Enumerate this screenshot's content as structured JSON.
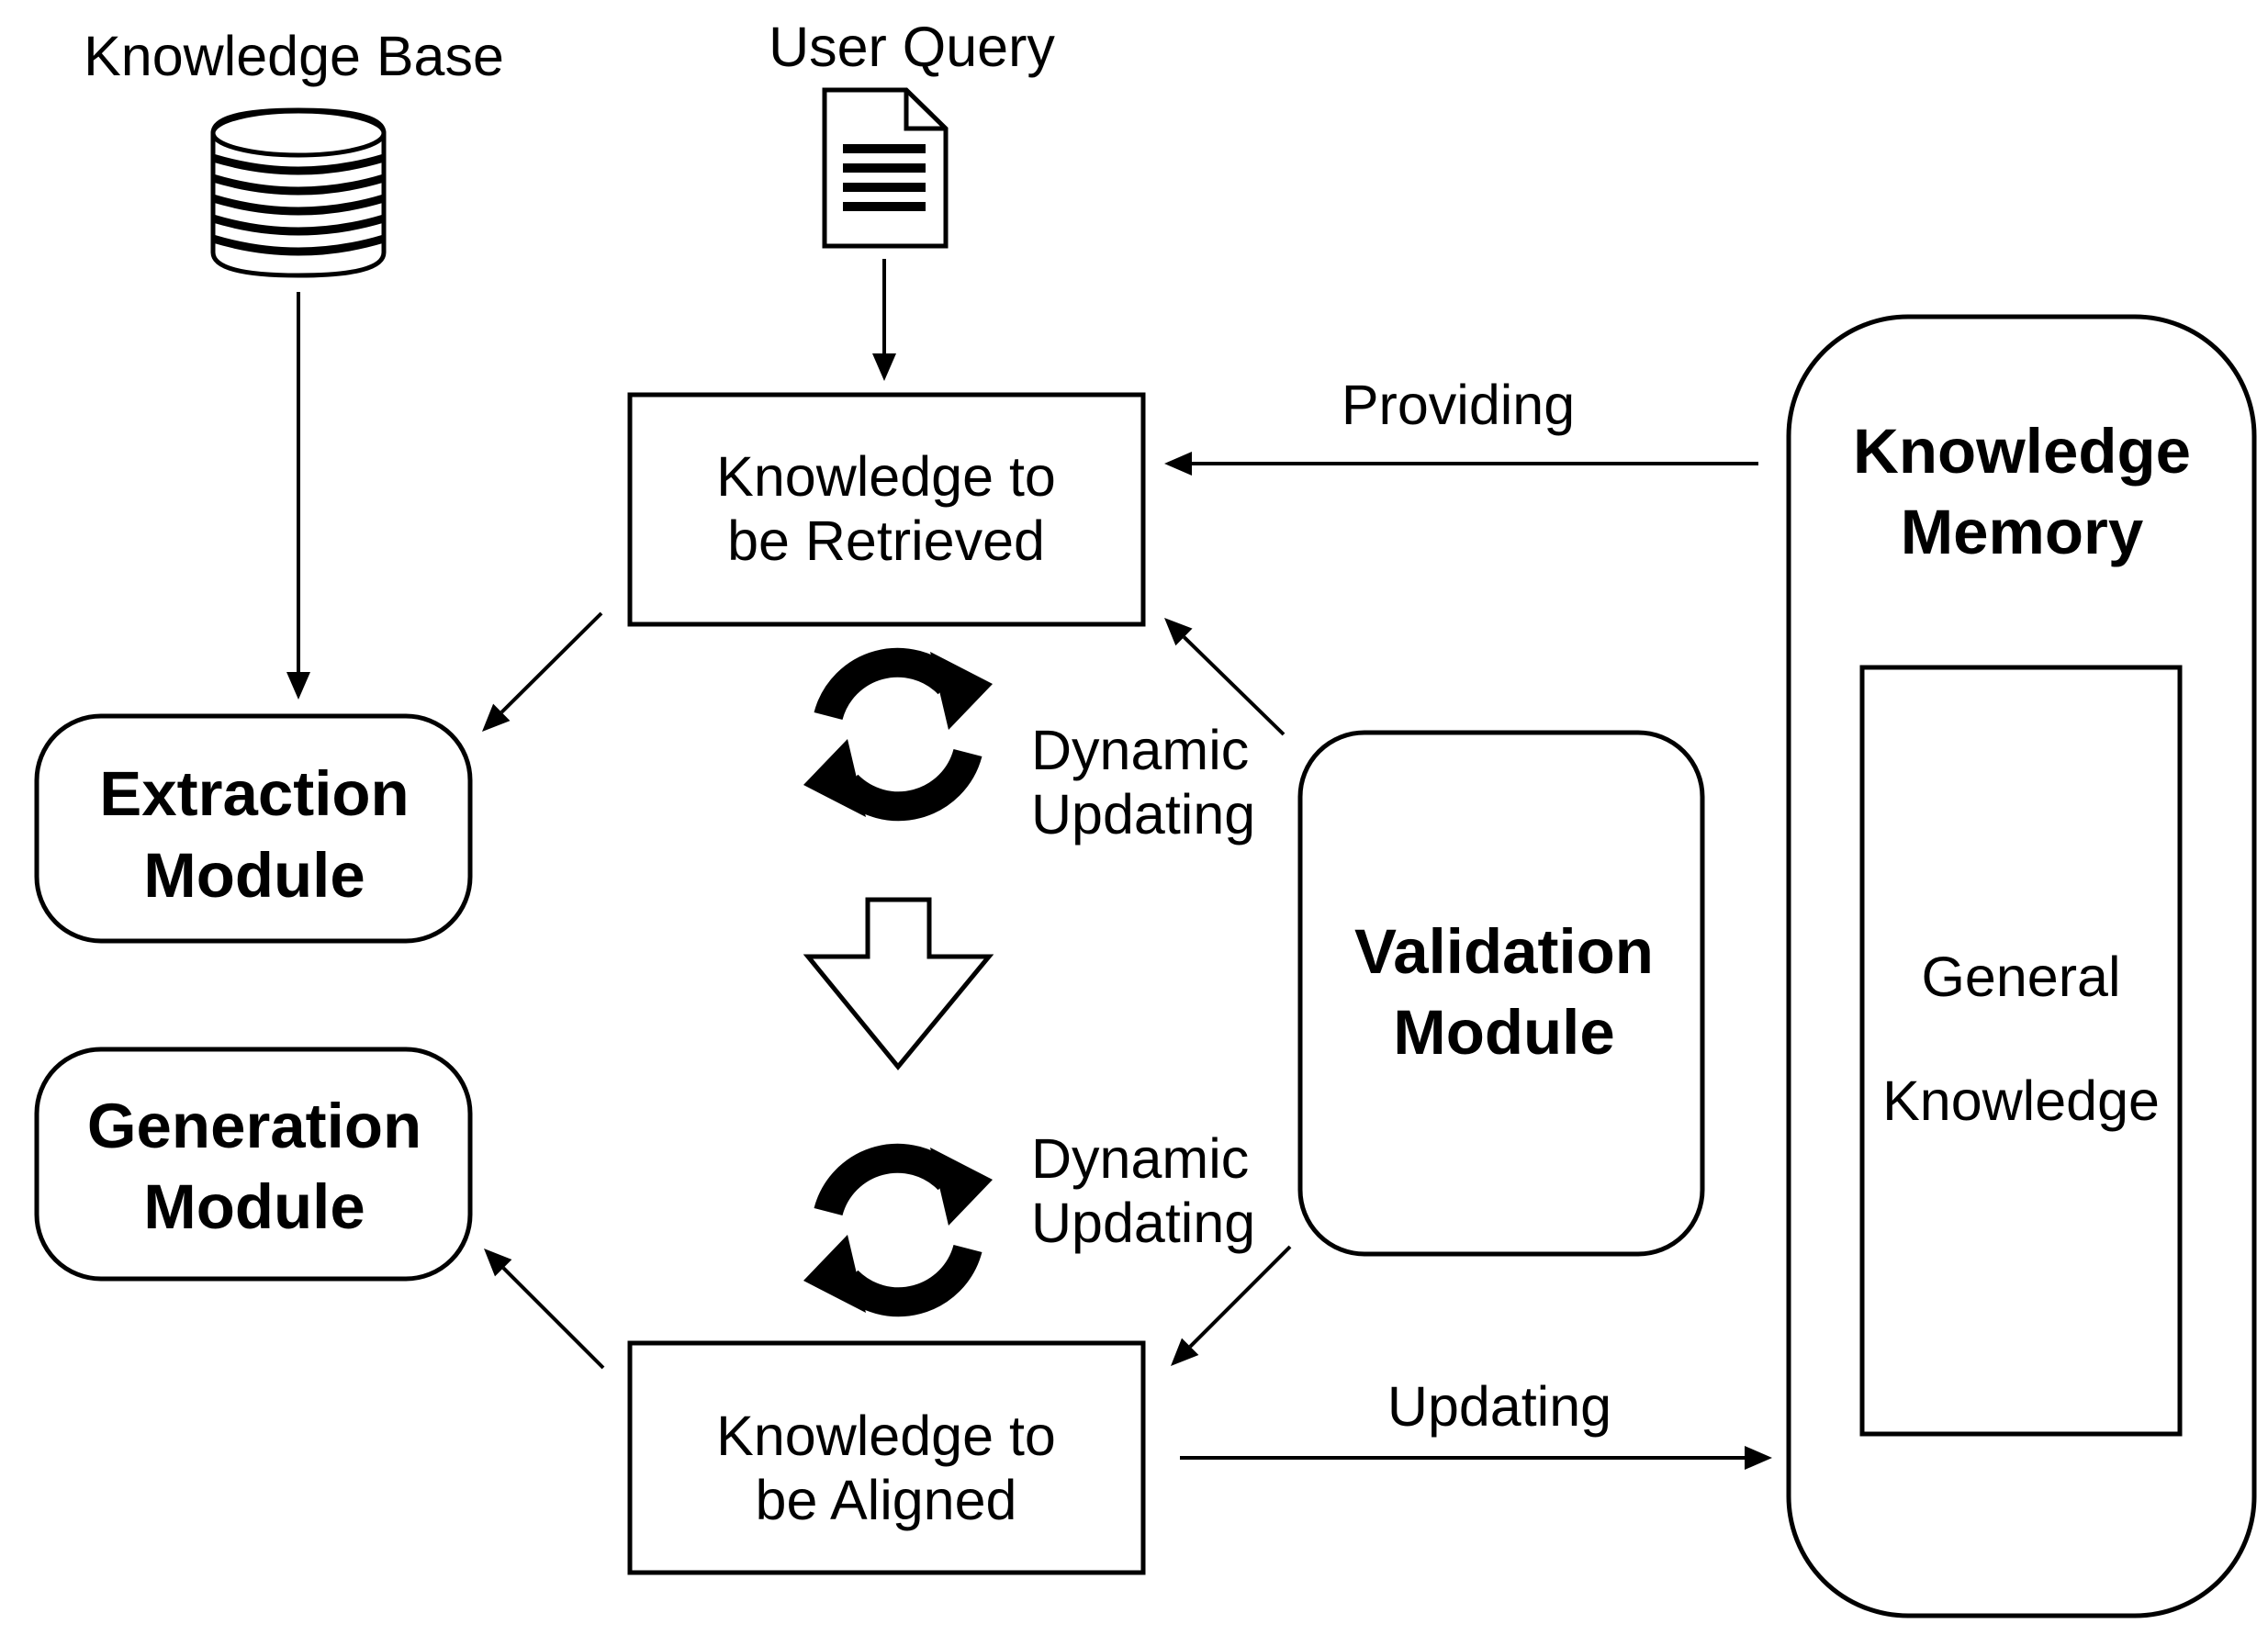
{
  "sources": {
    "knowledge_base": "Knowledge Base",
    "user_query": "User Query"
  },
  "boxes": {
    "retrieved": [
      "Knowledge to",
      "be Retrieved"
    ],
    "aligned": [
      "Knowledge to",
      "be Aligned"
    ]
  },
  "modules": {
    "extraction": [
      "Extraction",
      "Module"
    ],
    "generation": [
      "Generation",
      "Module"
    ],
    "validation": [
      "Validation",
      "Module"
    ]
  },
  "memory": {
    "title": [
      "Knowledge",
      "Memory"
    ],
    "inner": [
      "General",
      "Knowledge"
    ]
  },
  "edge_labels": {
    "providing": "Providing",
    "updating": "Updating",
    "dynamic_updating_top": [
      "Dynamic",
      "Updating"
    ],
    "dynamic_updating_bottom": [
      "Dynamic",
      "Updating"
    ]
  },
  "icons": [
    "database-icon",
    "document-icon",
    "refresh-cycle-icon",
    "hollow-down-arrow-icon"
  ],
  "colors": {
    "stroke": "#000000",
    "background": "#ffffff"
  }
}
